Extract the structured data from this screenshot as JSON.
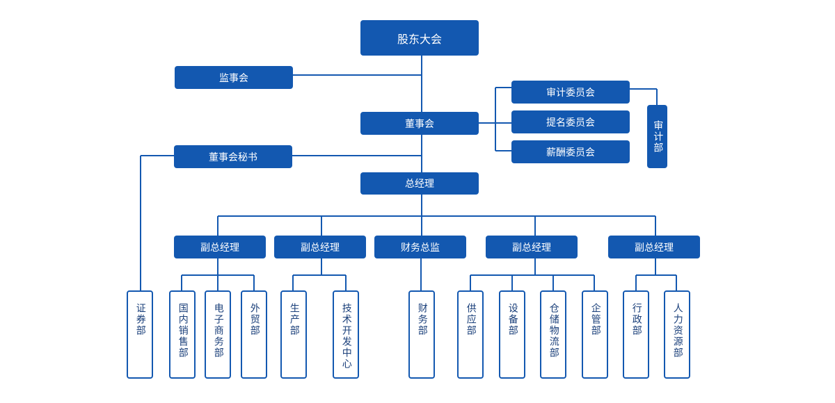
{
  "top": {
    "shareholders": "股东大会"
  },
  "supervisory": "监事会",
  "board": "董事会",
  "board_secretary": "董事会秘书",
  "committees": [
    "审计委员会",
    "提名委员会",
    "薪酬委员会"
  ],
  "audit_dept": "审计部",
  "general_manager": "总经理",
  "level2": [
    "副总经理",
    "副总经理",
    "财务总监",
    "副总经理",
    "副总经理"
  ],
  "departments": [
    "证券部",
    "国内销售部",
    "电子商务部",
    "外贸部",
    "生产部",
    "技术开发中心",
    "财务部",
    "供应部",
    "设备部",
    "仓储物流部",
    "企管部",
    "行政部",
    "人力资源部"
  ],
  "colors": {
    "box_fill": "#1358b0",
    "line": "#1358b0",
    "dept_text": "#1a3f7a"
  }
}
